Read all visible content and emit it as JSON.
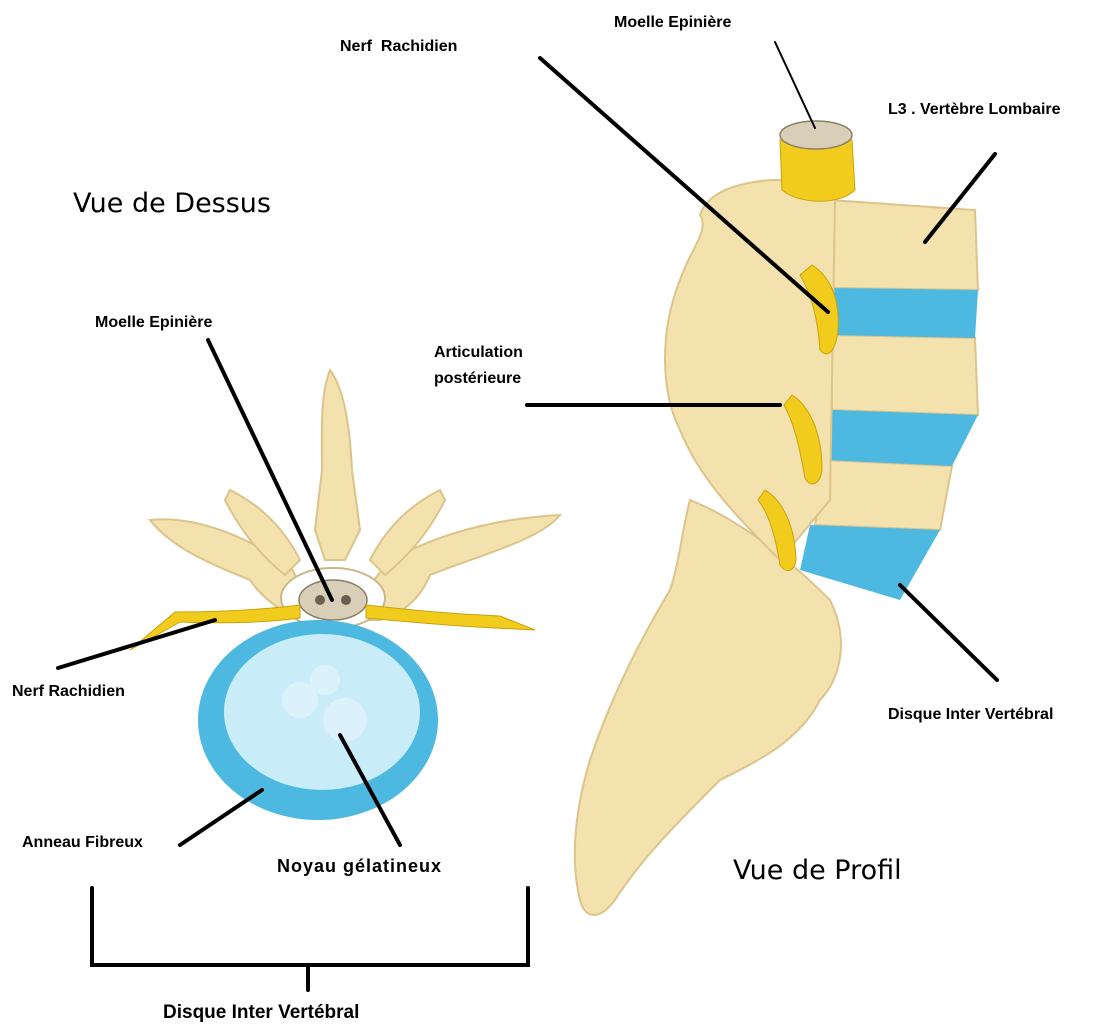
{
  "colors": {
    "bone": "#f3e2ae",
    "bone_shadow": "#dcc48a",
    "disc": "#4db8e0",
    "disc_core": "#c8ecf8",
    "nerve": "#f2cc1c",
    "leader": "#000000"
  },
  "top_view": {
    "title": "Vue de Dessus",
    "labels": {
      "spinal_cord": "Moelle Epinière",
      "spinal_nerve": "Nerf Rachidien",
      "annulus": "Anneau Fibreux",
      "nucleus": "Noyau gélatineux",
      "disc": "Disque Inter Vertébral"
    }
  },
  "side_view": {
    "title": "Vue de Profil",
    "labels": {
      "spinal_cord": "Moelle Epinière",
      "spinal_nerve": "Nerf  Rachidien",
      "vertebra": "L3 . Vertèbre Lombaire",
      "facet": [
        "Articulation",
        "postérieure"
      ],
      "disc": "Disque Inter Vertébral"
    }
  }
}
